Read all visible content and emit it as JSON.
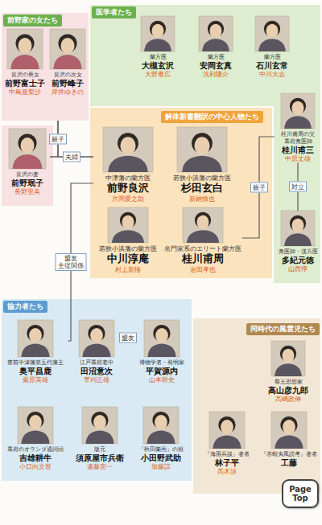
{
  "diagram": {
    "nodes": [
      {
        "text": [
          "前野家の女たち"
        ]
      },
      {
        "text": [
          "良沢の長女",
          "前野富士子",
          "中島亜梨沙"
        ],
        "in": 0
      },
      {
        "text": [
          "良沢の次女",
          "前野峰子",
          "岸井ゆきの"
        ],
        "in": 0
      },
      {
        "text": [
          "医学者たち"
        ]
      },
      {
        "text": [
          "蘭方医",
          "大槻玄沢",
          "大野泰広"
        ],
        "in": 3
      },
      {
        "text": [
          "蘭方医",
          "安岡玄真",
          "浅利陽介"
        ],
        "in": 3
      },
      {
        "text": [
          "蘭方医",
          "石川玄常",
          "中川大志"
        ],
        "in": 3
      },
      {
        "text": [
          "桂川甫周の父 幕府奥医師",
          "桂川甫三",
          "中原丈雄"
        ],
        "in": 3
      },
      {
        "text": [
          "奥医師・漢方医",
          "多紀元徳",
          "山西惇"
        ],
        "in": 3
      },
      {
        "text": [
          "解体新書翻訳の中心人物たち"
        ]
      },
      {
        "text": [
          "中津藩の蘭方医",
          "前野良沢",
          "片岡愛之助"
        ],
        "in": 9
      },
      {
        "text": [
          "若狭小浜藩の蘭方医",
          "杉田玄白",
          "新納慎也"
        ],
        "in": 9
      },
      {
        "text": [
          "若狭小浜藩の蘭方医",
          "中川淳庵",
          "村上新悟"
        ],
        "in": 9
      },
      {
        "text": [
          "名門家系のエリート蘭方医",
          "桂川甫周",
          "迫田孝也"
        ],
        "in": 9
      },
      {
        "text": [
          "良沢の妻",
          "前野珉子",
          "長野里美"
        ]
      },
      {
        "text": [
          "協力者たち"
        ]
      },
      {
        "text": [
          "豊前中津藩第五代藩主",
          "奥平昌鹿",
          "栗原英雄"
        ],
        "in": 15
      },
      {
        "text": [
          "江戸幕府老中",
          "田沼意次",
          "草刈正雄"
        ],
        "in": 15
      },
      {
        "text": [
          "博物学者・発明家",
          "平賀源内",
          "山本耕史"
        ],
        "in": 15
      },
      {
        "text": [
          "幕府のオランダ通詞頭",
          "吉雄耕牛",
          "小日向文世"
        ],
        "in": 15
      },
      {
        "text": [
          "版元",
          "須原屋市兵衛",
          "遠藤憲一"
        ],
        "in": 15
      },
      {
        "text": [
          "『秋田蘭画』の祖",
          "小田野武助",
          "加藤諒"
        ],
        "in": 15
      },
      {
        "text": [
          "同時代の風雲児たち"
        ]
      },
      {
        "text": [
          "尊王思想家",
          "高山彦九郎",
          "高嶋政伸"
        ],
        "in": 22
      },
      {
        "text": [
          "『海国兵談』著者",
          "林子平",
          "高木渉"
        ],
        "in": 22
      },
      {
        "text": [
          "『赤蝦夷風説考』著者",
          "工藤"
        ],
        "in": 22
      },
      {
        "text": [
          "Page Top"
        ]
      }
    ],
    "edges": [
      {
        "from": 14,
        "to": 10,
        "label": "夫婦",
        "arrow": "none"
      },
      {
        "from": 14,
        "to": 0,
        "label": "親子",
        "arrow": "none"
      },
      {
        "from": 10,
        "to": 0,
        "arrow": "none"
      },
      {
        "from": 13,
        "to": 7,
        "label": "親子",
        "arrow": "none"
      },
      {
        "from": 7,
        "to": 8,
        "label": "対立",
        "arrow": "none"
      },
      {
        "from": 10,
        "to": 16,
        "label": "盟友 主従関係",
        "arrow": "none"
      },
      {
        "from": 17,
        "to": 18,
        "label": "盟友",
        "arrow": "none"
      }
    ]
  }
}
